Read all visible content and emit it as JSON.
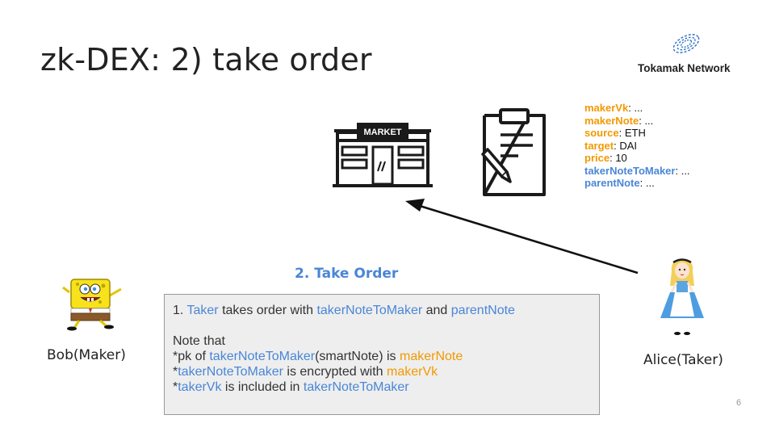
{
  "slide": {
    "title": "zk-DEX:  2) take order",
    "page_number": "6"
  },
  "logo": {
    "text": "Tokamak Network",
    "icon": "tokamak-swirl-icon",
    "color": "#2a6fc9"
  },
  "market": {
    "sign_text": "MARKET",
    "icon": "market-building-icon"
  },
  "clipboard": {
    "icon": "clipboard-pen-icon"
  },
  "order_fields": [
    {
      "key": "makerVk",
      "sep": ": ",
      "value": "...",
      "color": "orange"
    },
    {
      "key": "makerNote",
      "sep": ": ",
      "value": "...",
      "color": "orange"
    },
    {
      "key": "source",
      "sep": ": ",
      "value": "ETH",
      "color": "orange"
    },
    {
      "key": "target",
      "sep": ": ",
      "value": "DAI",
      "color": "orange"
    },
    {
      "key": "price",
      "sep": ": ",
      "value": "10",
      "color": "orange"
    },
    {
      "key": "takerNoteToMaker",
      "sep": ": ",
      "value": "...",
      "color": "blue"
    },
    {
      "key": "parentNote",
      "sep": ": ",
      "value": "...",
      "color": "blue"
    }
  ],
  "step": {
    "title": "2. Take Order"
  },
  "note_box": {
    "line1": {
      "prefix": "1. ",
      "taker": "Taker",
      "mid": " takes order with ",
      "note1": "takerNoteToMaker",
      "and": " and ",
      "note2": "parentNote"
    },
    "line2": "Note that",
    "line3": {
      "star": "*pk of ",
      "a": "takerNoteToMaker",
      "b": "(smartNote) is ",
      "c": "makerNote"
    },
    "line4": {
      "star": "*",
      "a": "takerNoteToMaker",
      "b": " is encrypted with ",
      "c": "makerVk"
    },
    "line5": {
      "star": "*",
      "a": "takerVk",
      "b": " is included in ",
      "c": "takerNoteToMaker"
    }
  },
  "actors": {
    "maker_label": "Bob(Maker)",
    "maker_icon": "spongebob-character-icon",
    "taker_label": "Alice(Taker)",
    "taker_icon": "alice-character-icon"
  },
  "colors": {
    "orange": "#f29900",
    "blue": "#4a86d6"
  }
}
